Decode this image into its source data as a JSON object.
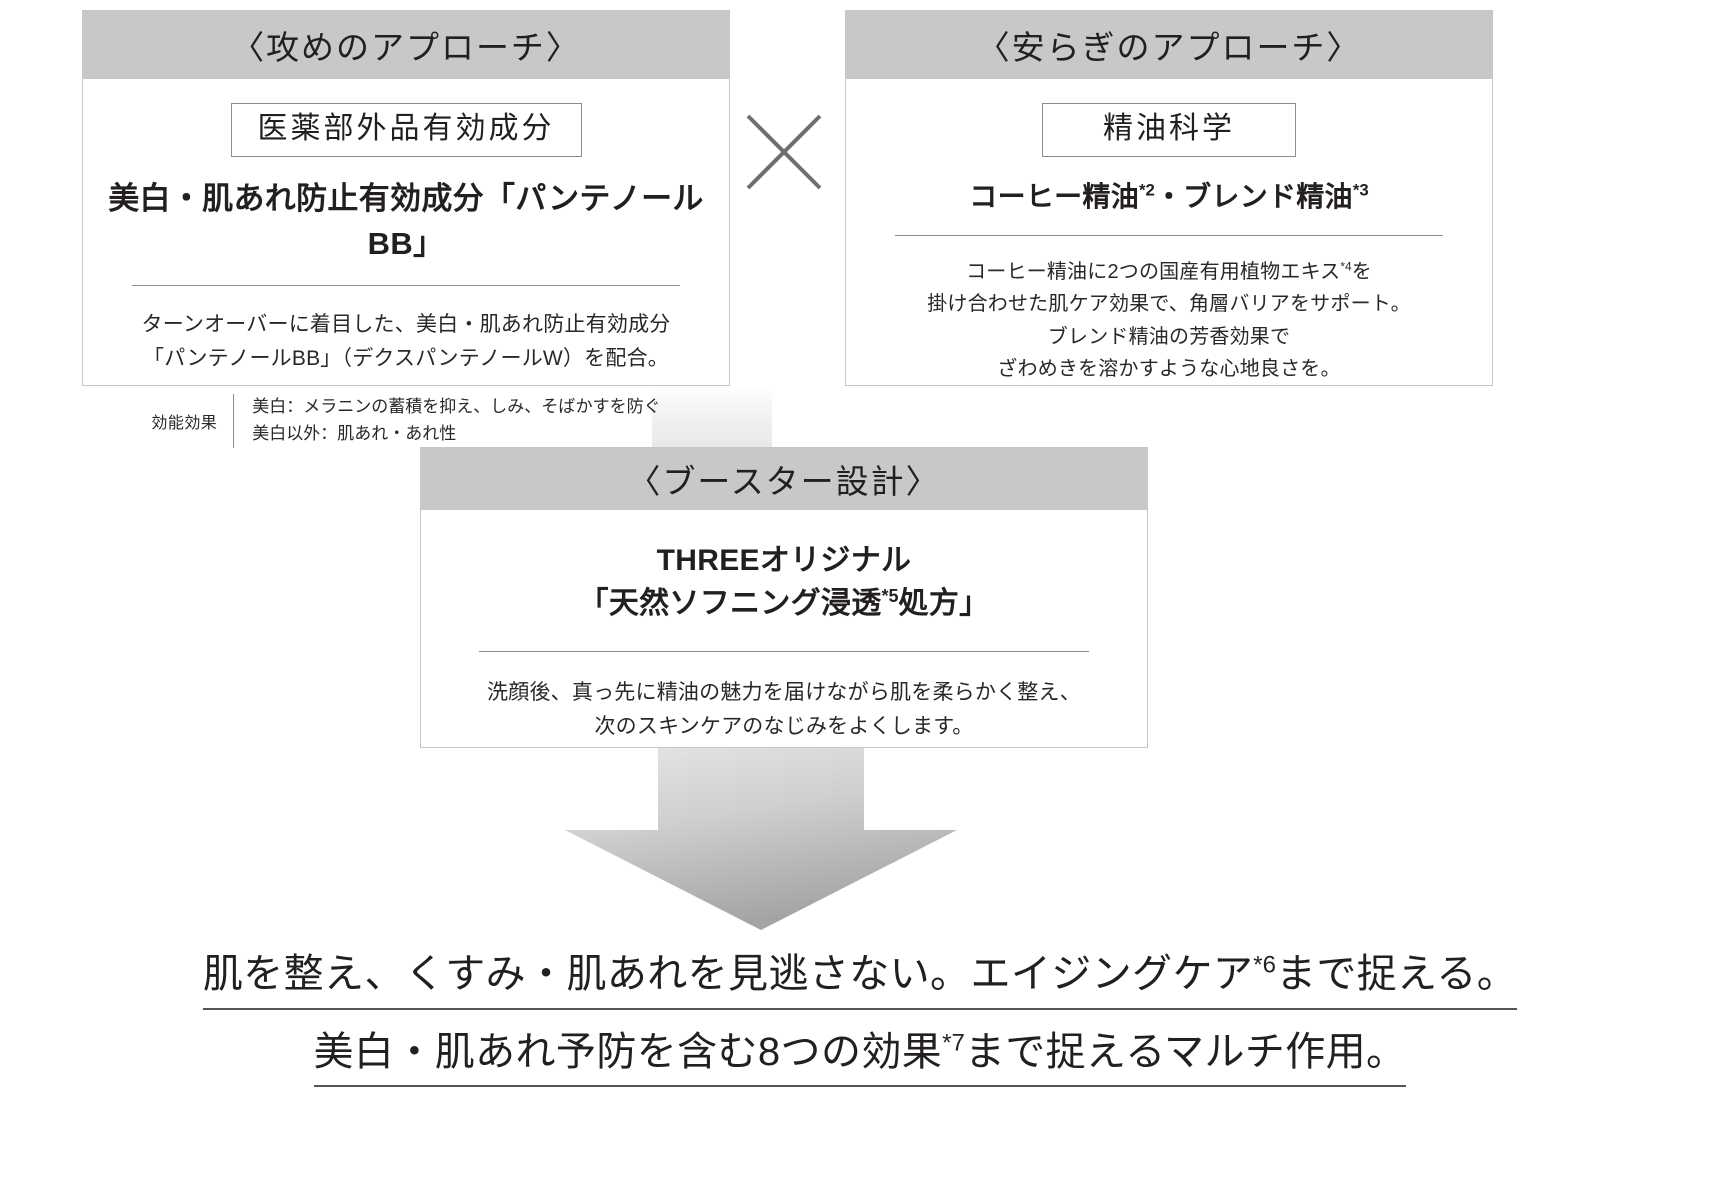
{
  "cards": {
    "attack": {
      "header": "〈攻めのアプローチ〉",
      "pill": "医薬部外品有効成分",
      "lead": "美白・肌あれ防止有効成分「パンテノールBB」",
      "desc_line1": "ターンオーバーに着目した、美白・肌あれ防止有効成分",
      "desc_line2": "「パンテノールBB」（デクスパンテノールW）を配合。",
      "efficacy_label": "効能効果",
      "efficacy_line1": "美白：メラニンの蓄積を抑え、しみ、そばかすを防ぐ",
      "efficacy_line2": "美白以外：肌あれ・あれ性"
    },
    "calm": {
      "header": "〈安らぎのアプローチ〉",
      "pill": "精油科学",
      "lead_part1": "コーヒー精油",
      "lead_sup1": "*2",
      "lead_part2": "・ブレンド精油",
      "lead_sup2": "*3",
      "desc_line1_a": "コーヒー精油に2つの国産有用植物エキス",
      "desc_line1_sup": "*4",
      "desc_line1_b": "を",
      "desc_line2": "掛け合わせた肌ケア効果で、角層バリアをサポート。",
      "desc_line3": "ブレンド精油の芳香効果で",
      "desc_line4": "ざわめきを溶かすような心地良さを。"
    },
    "booster": {
      "header": "〈ブースター設計〉",
      "lead_line1": "THREEオリジナル",
      "lead_line2_a": "「天然ソフニング浸透",
      "lead_line2_sup": "*5",
      "lead_line2_b": "処方」",
      "desc_line1": "洗顔後、真っ先に精油の魅力を届けながら肌を柔らかく整え、",
      "desc_line2": "次のスキンケアのなじみをよくします。"
    }
  },
  "multiply_symbol": "×",
  "conclusion": {
    "line1_a": "肌を整え、くすみ・肌あれを見逃さない。エイジングケア",
    "line1_sup": "*6",
    "line1_b": "まで捉える。",
    "line2_a": "美白・肌あれ予防を含む8つの効果",
    "line2_sup": "*7",
    "line2_b": "まで捉えるマルチ作用。"
  },
  "colors": {
    "header_band": "#c8c8c8",
    "card_border": "#c6c6c6",
    "text": "#231f20",
    "rule": "#8e8e8e",
    "arrow_light": "#e3e3e3",
    "arrow_dark": "#a6a6a6"
  }
}
